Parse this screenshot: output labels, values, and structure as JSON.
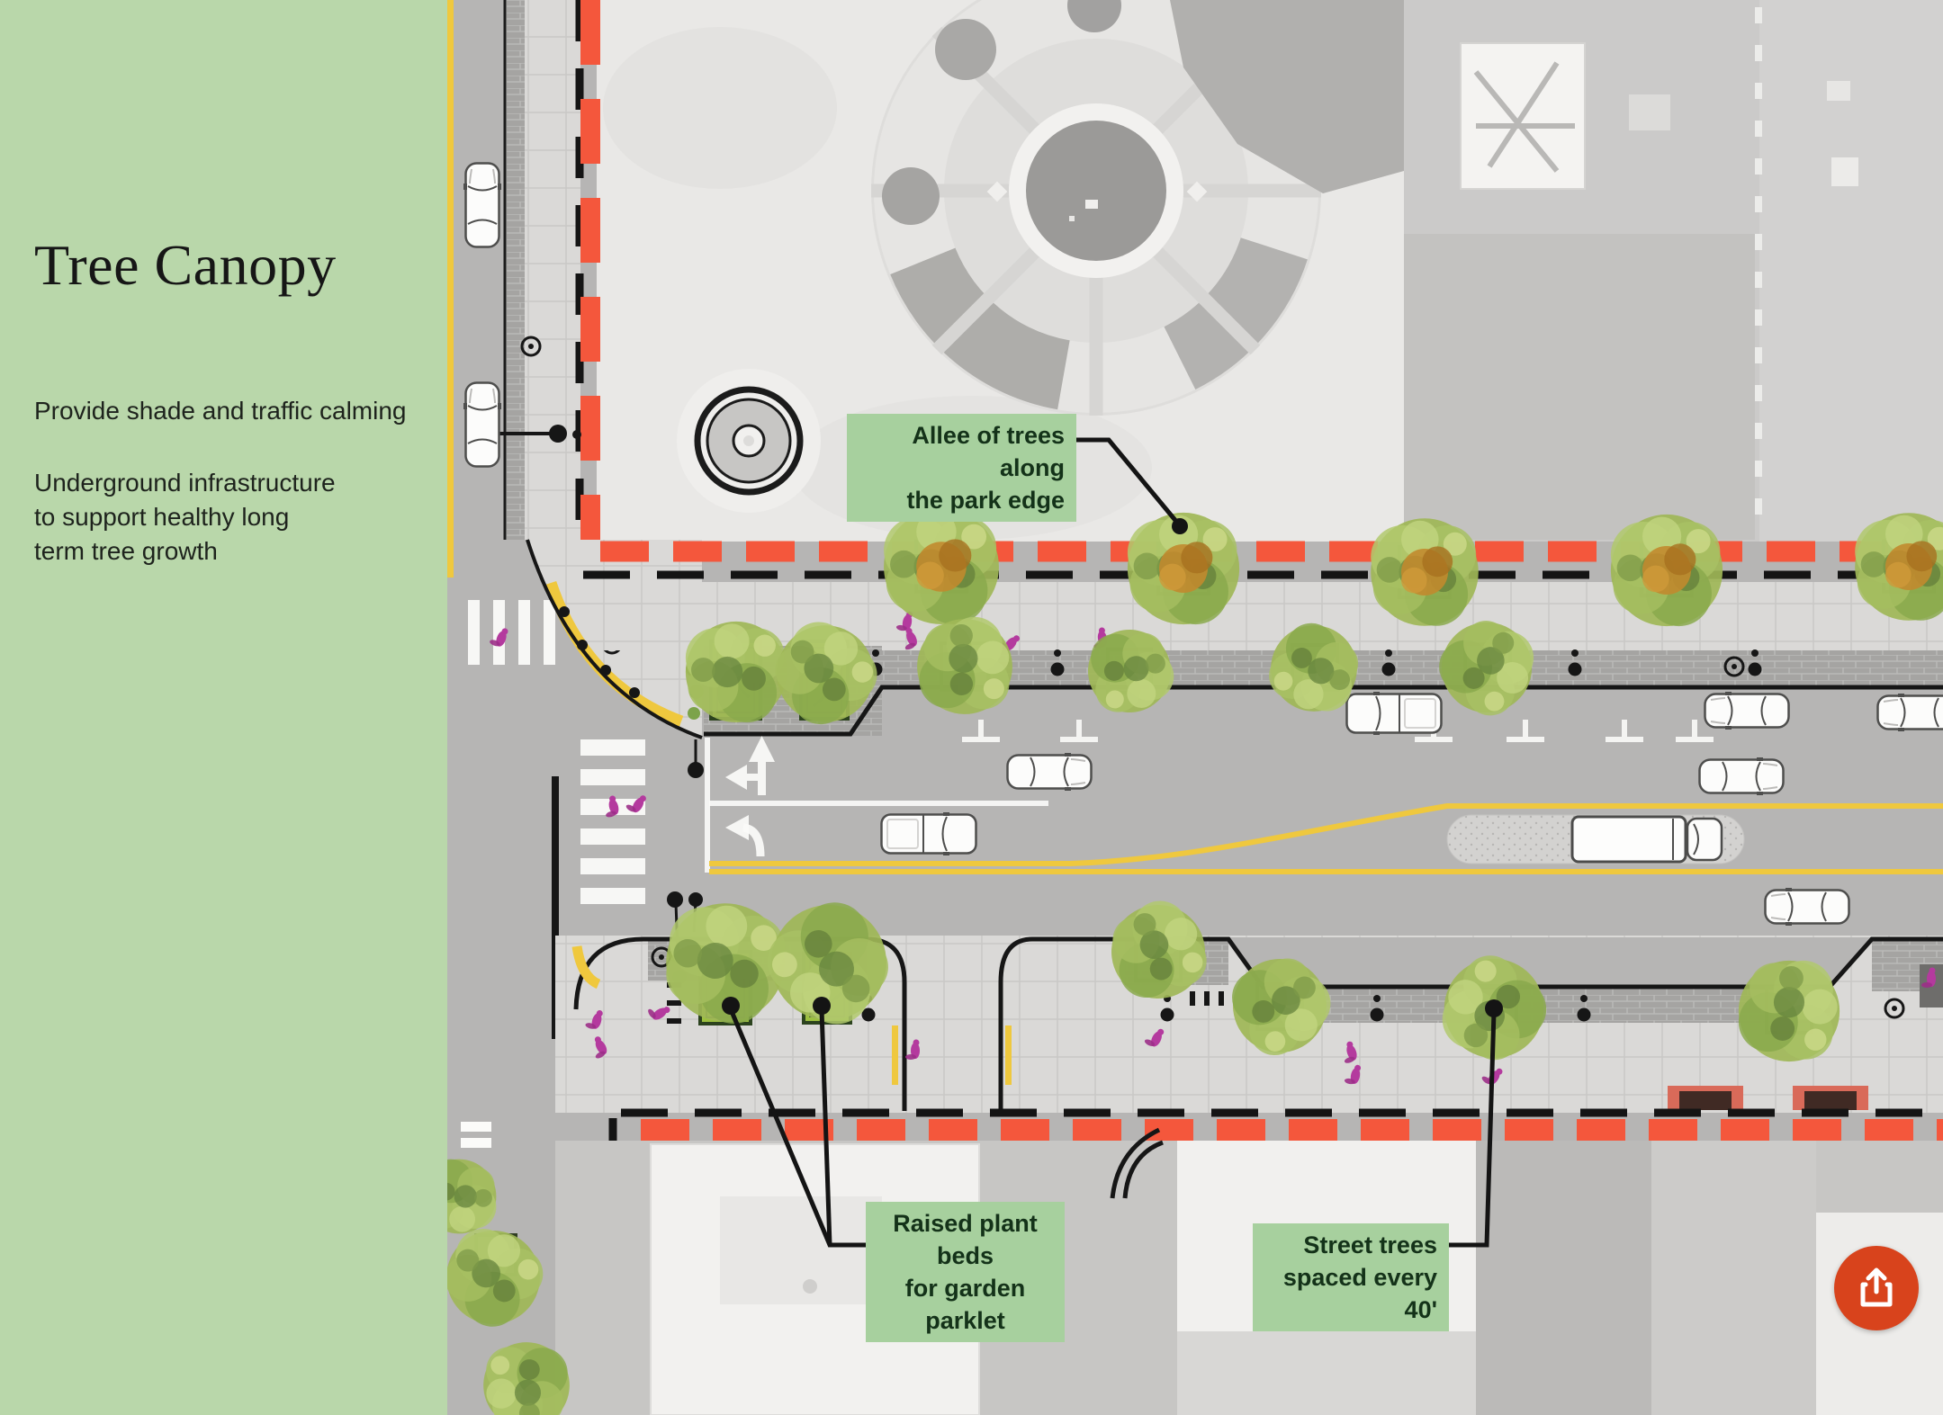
{
  "sidebar": {
    "title": "Tree Canopy",
    "paragraph1": "Provide shade and traffic calming",
    "paragraph2": "Underground infrastructure\nto support healthy long\nterm tree growth"
  },
  "annotations": {
    "allee": {
      "line1": "Allee of trees along",
      "line2": "the park edge"
    },
    "raised_beds": {
      "line1": "Raised plant beds",
      "line2": "for garden parklet"
    },
    "street_trees": {
      "line1": "Street trees",
      "line2": "spaced every 40'"
    }
  },
  "icons": {
    "share": "share-upload-icon"
  },
  "colors": {
    "sidebar_green": "#b9d7aa",
    "label_green": "#a7d09e",
    "label_text_green": "#143219",
    "parcel_red": "#f4573c",
    "share_button_orange": "#d8431c",
    "road_yellow": "#efc83e",
    "tree_green": "#9fb757",
    "road_gray": "#b6b5b4"
  }
}
